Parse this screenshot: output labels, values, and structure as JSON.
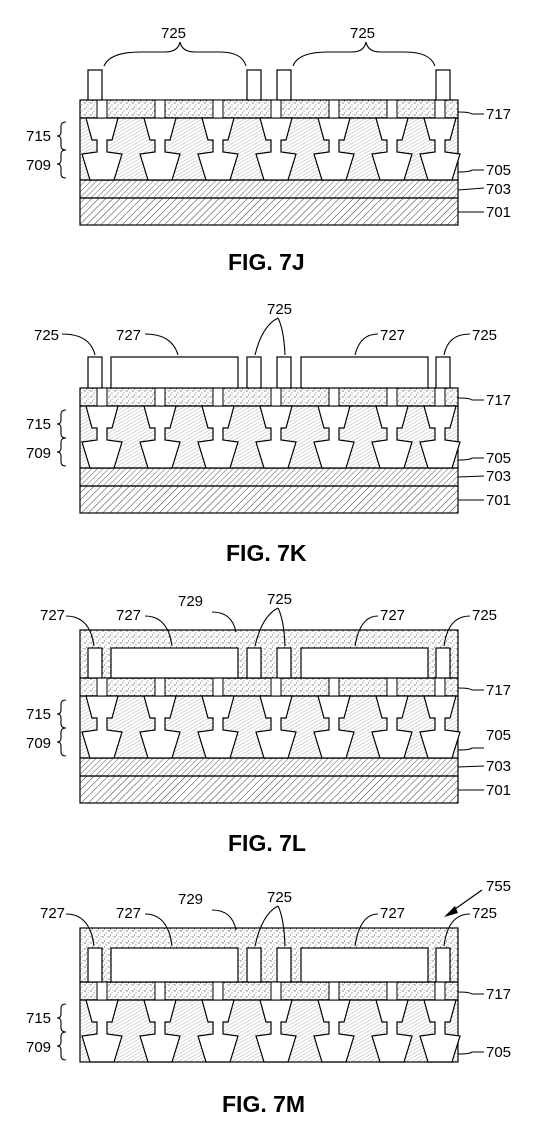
{
  "figures": [
    {
      "id": "7J",
      "caption": "FIG. 7J",
      "labels": {
        "pillar_group_a": "725",
        "pillar_group_b": "725",
        "layer_717": "717",
        "layer_715": "715",
        "layer_709": "709",
        "layer_705": "705",
        "layer_703": "703",
        "layer_701": "701"
      }
    },
    {
      "id": "7K",
      "caption": "FIG. 7K",
      "labels": {
        "pillar_left": "725",
        "block_left": "727",
        "pillar_center": "725",
        "block_right": "727",
        "pillar_right": "725",
        "layer_717": "717",
        "layer_715": "715",
        "layer_709": "709",
        "layer_705": "705",
        "layer_703": "703",
        "layer_701": "701"
      }
    },
    {
      "id": "7L",
      "caption": "FIG. 7L",
      "labels": {
        "block_outer": "727",
        "block_left": "727",
        "fill_729": "729",
        "pillar_center": "725",
        "block_right": "727",
        "pillar_right": "725",
        "layer_717": "717",
        "layer_715": "715",
        "layer_709": "709",
        "layer_705": "705",
        "layer_703": "703",
        "layer_701": "701"
      }
    },
    {
      "id": "7M",
      "caption": "FIG. 7M",
      "labels": {
        "assembly_755": "755",
        "block_outer": "727",
        "block_left": "727",
        "fill_729": "729",
        "pillar_center": "725",
        "block_right": "727",
        "pillar_right": "725",
        "layer_717": "717",
        "layer_715": "715",
        "layer_709": "709",
        "layer_705": "705"
      }
    }
  ]
}
